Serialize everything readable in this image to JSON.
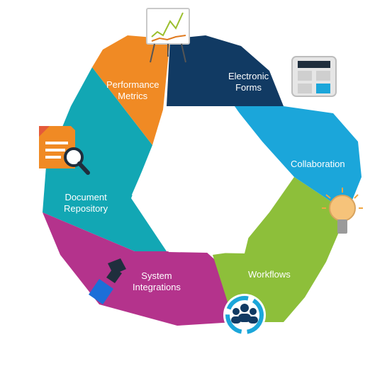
{
  "segments": [
    {
      "id": "performance-metrics",
      "label_line1": "Performance",
      "label_line2": "Metrics",
      "color": "#F08A24",
      "icon": "chart-easel-icon"
    },
    {
      "id": "electronic-forms",
      "label_line1": "Electronic",
      "label_line2": "Forms",
      "color": "#113A63",
      "icon": "calculator-icon"
    },
    {
      "id": "collaboration",
      "label_line1": "Collaboration",
      "label_line2": "",
      "color": "#1BA6DA",
      "icon": "light-bulb-icon"
    },
    {
      "id": "workflows",
      "label_line1": "Workflows",
      "label_line2": "",
      "color": "#8DBF3A",
      "icon": "team-cycle-icon"
    },
    {
      "id": "system-integrations",
      "label_line1": "System",
      "label_line2": "Integrations",
      "color": "#B4338C",
      "icon": "plug-icon"
    },
    {
      "id": "document-repository",
      "label_line1": "Document",
      "label_line2": "Repository",
      "color": "#12A7B4",
      "icon": "document-search-icon"
    }
  ]
}
